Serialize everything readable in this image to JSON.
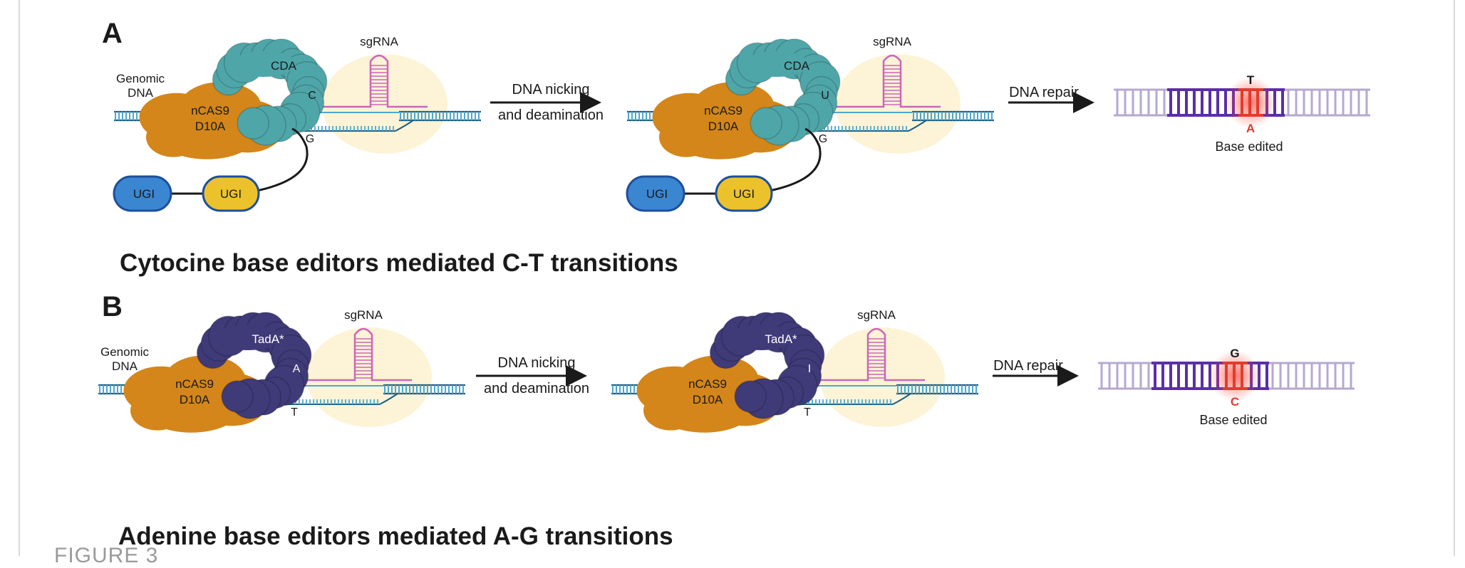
{
  "figure_caption": "FIGURE 3",
  "panels": [
    {
      "letter": "A",
      "title": "Cytocine base editors mediated C-T transitions",
      "genomic_dna": [
        "Genomic",
        "DNA"
      ],
      "cas": [
        "nCAS9",
        "D10A"
      ],
      "deaminase_before": "CDA",
      "deaminase_after": "CDA",
      "guide": "sgRNA",
      "target_base_before": "C",
      "target_base_after": "U",
      "opposite_base": "G",
      "step1": [
        "DNA nicking",
        "and deamination"
      ],
      "step2": "DNA repair",
      "ugi_1": "UGI",
      "ugi_2": "UGI",
      "edited_top": "T",
      "edited_bottom": "A",
      "result": "Base edited",
      "colors": {
        "deaminase": "#4fa6a8",
        "ugi_1": "#3b86d1",
        "ugi_2": "#ecc22c"
      }
    },
    {
      "letter": "B",
      "title": "Adenine base editors mediated A-G transitions",
      "genomic_dna": [
        "Genomic",
        "DNA"
      ],
      "cas": [
        "nCAS9",
        "D10A"
      ],
      "deaminase_before": "TadA*",
      "deaminase_after": "TadA*",
      "guide": "sgRNA",
      "target_base_before": "A",
      "target_base_after": "I",
      "opposite_base": "T",
      "step1": [
        "DNA nicking",
        "and deamination"
      ],
      "step2": "DNA repair",
      "edited_top": "G",
      "edited_bottom": "C",
      "result": "Base edited",
      "colors": {
        "deaminase": "#3f3a78"
      }
    }
  ],
  "colors": {
    "cas9": "#d4861a",
    "dna": "#4ba8d4",
    "dna_dark": "#1f5e80",
    "rna": "#cc66b8",
    "guide_bg": "#fdf3d6",
    "edited_mark": "#e23b2e",
    "edited_strand": "#5b2ea8",
    "light_strand": "#b6a9d0"
  }
}
